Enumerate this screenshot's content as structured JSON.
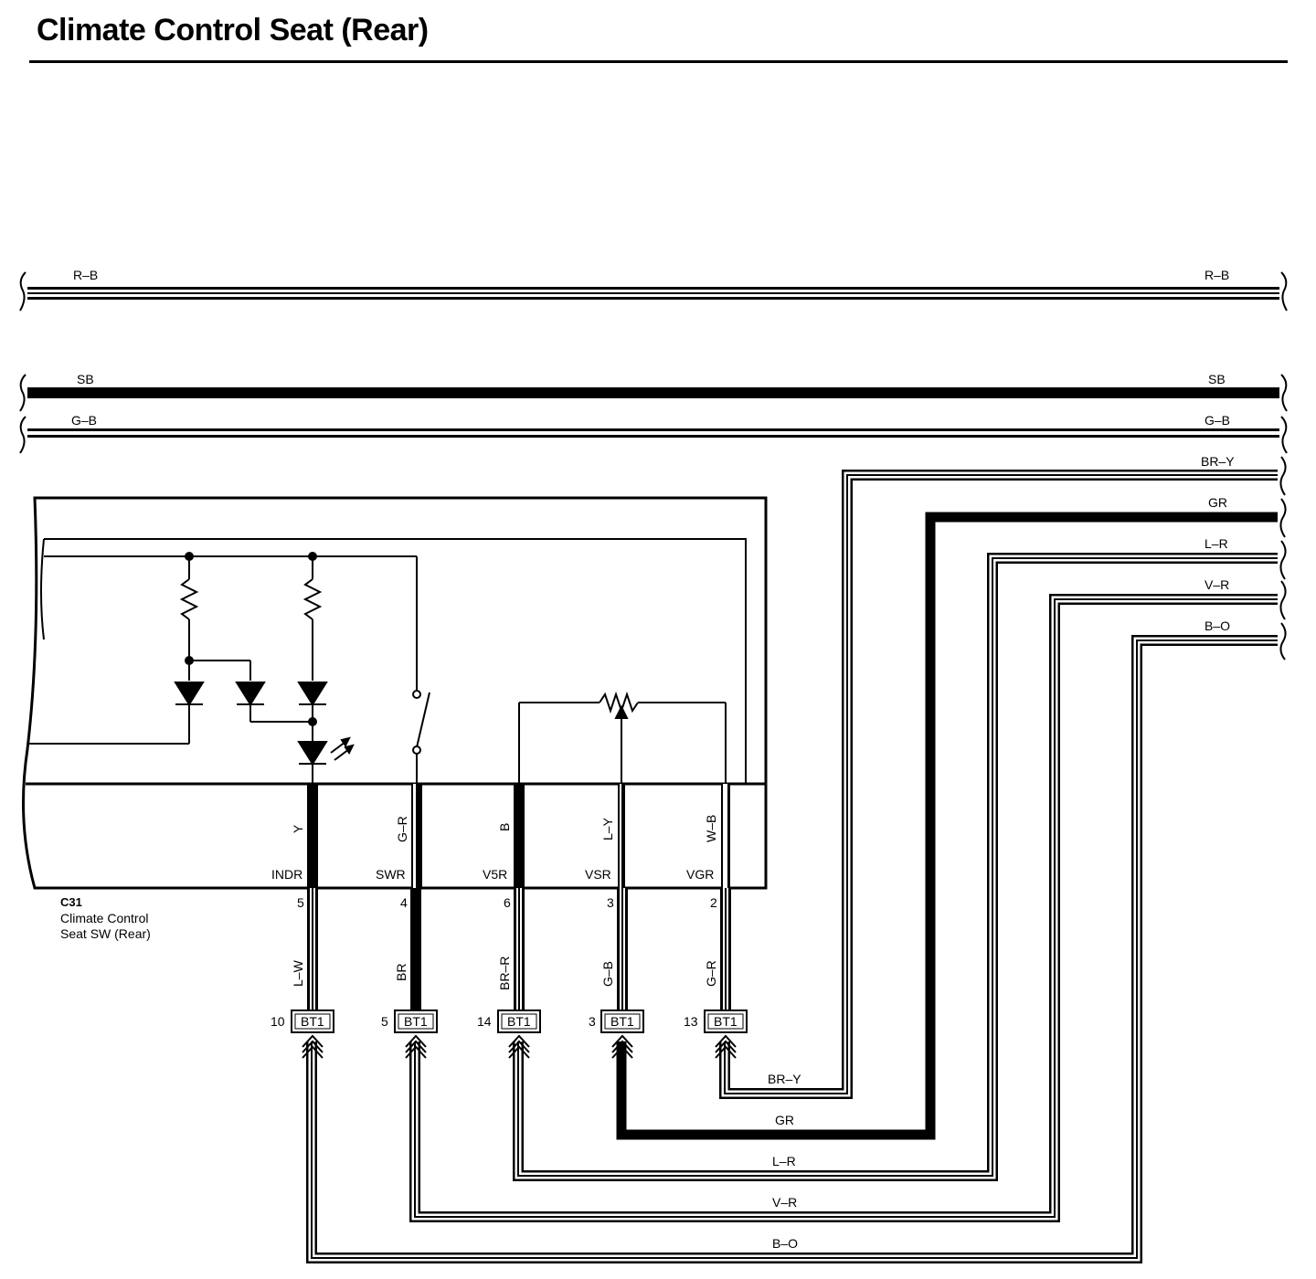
{
  "title": "Climate Control Seat (Rear)",
  "bus_wires": [
    {
      "color": "R–B"
    },
    {
      "color": "SB"
    },
    {
      "color": "G–B"
    }
  ],
  "side_wires": [
    "BR–Y",
    "GR",
    "L–R",
    "V–R",
    "B–O"
  ],
  "component": {
    "code": "C31",
    "name_line1": "Climate Control",
    "name_line2": "Seat SW (Rear)"
  },
  "terminals": [
    {
      "inner_color": "Y",
      "signal": "INDR",
      "pin": "5",
      "outer_color": "L–W",
      "connector": "BT1",
      "cpin": "10"
    },
    {
      "inner_color": "G–R",
      "signal": "SWR",
      "pin": "4",
      "outer_color": "BR",
      "connector": "BT1",
      "cpin": "5"
    },
    {
      "inner_color": "B",
      "signal": "V5R",
      "pin": "6",
      "outer_color": "BR–R",
      "connector": "BT1",
      "cpin": "14"
    },
    {
      "inner_color": "L–Y",
      "signal": "VSR",
      "pin": "3",
      "outer_color": "G–B",
      "connector": "BT1",
      "cpin": "3"
    },
    {
      "inner_color": "W–B",
      "signal": "VGR",
      "pin": "2",
      "outer_color": "G–R",
      "connector": "BT1",
      "cpin": "13"
    }
  ],
  "return_wires": [
    "BR–Y",
    "GR",
    "L–R",
    "V–R",
    "B–O"
  ]
}
